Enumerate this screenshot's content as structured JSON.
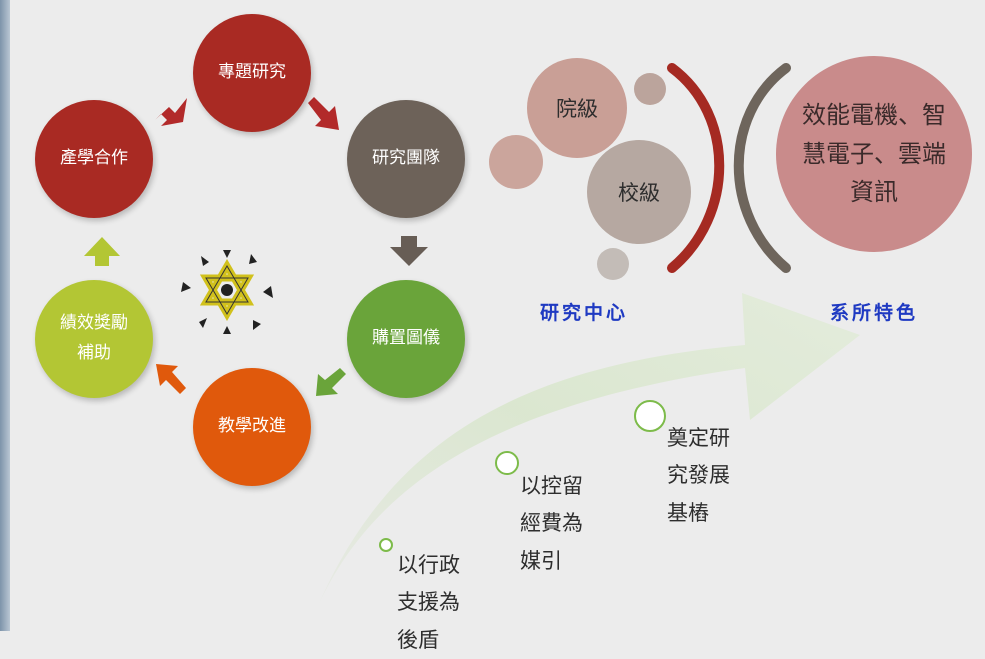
{
  "cycle": {
    "nodes": [
      {
        "label": "專題研究",
        "color": "#a92a23"
      },
      {
        "label": "研究團隊",
        "color": "#6d6259"
      },
      {
        "label": "購置圖儀",
        "color": "#6aa43a"
      },
      {
        "label": "教學改進",
        "color": "#e0590c"
      },
      {
        "label": "績效獎勵補助",
        "color": "#b3c634"
      },
      {
        "label": "產學合作",
        "color": "#a92a23"
      }
    ]
  },
  "research_center": {
    "label": "研究中心",
    "college_label": "院級",
    "university_label": "校級",
    "bracket_color": "#a52a22"
  },
  "department": {
    "label": "系所特色",
    "features": "效能電機、智慧電子、雲端資訊",
    "bracket_color": "#6e655c"
  },
  "growth_arrow": {
    "steps": [
      {
        "label": "以行政支援為後盾"
      },
      {
        "label": "以控留經費為媒引"
      },
      {
        "label": "奠定研究發展基樁"
      }
    ]
  },
  "icons": {
    "center": "star-of-david-sparkle-icon"
  }
}
